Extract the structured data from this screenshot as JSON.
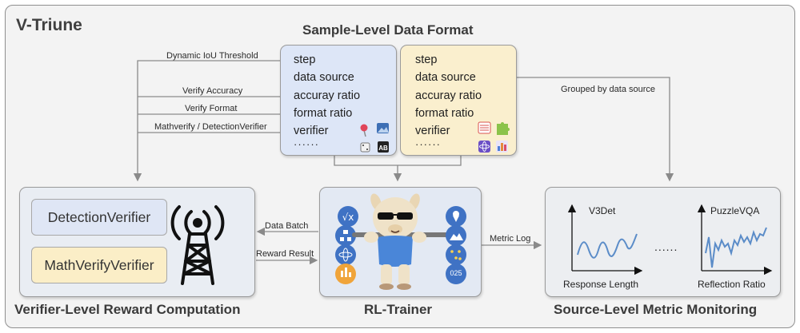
{
  "title": "V-Triune",
  "sample_format": {
    "title": "Sample-Level Data Format",
    "left_card_fields": [
      "step",
      "data source",
      "accuray ratio",
      "format ratio",
      "verifier",
      "······"
    ],
    "right_card_fields": [
      "step",
      "data source",
      "accuray ratio",
      "format ratio",
      "verifier",
      "······"
    ]
  },
  "connections": {
    "dynamic_iou": "Dynamic IoU Threshold",
    "verify_accuracy": "Verify Accuracy",
    "verify_format": "Verify Format",
    "mathverify": "Mathverify / DetectionVerifier",
    "grouped": "Grouped by data source",
    "data_batch": "Data Batch",
    "reward_result": "Reward Result",
    "metric_log": "Metric Log"
  },
  "verifier_section": {
    "title": "Verifier-Level Reward Computation",
    "verifiers": [
      "DetectionVerifier",
      "MathVerifyVerifier"
    ]
  },
  "trainer_section": {
    "title": "RL-Trainer",
    "badge_text": "025"
  },
  "monitor_section": {
    "title": "Source-Level Metric Monitoring",
    "charts": [
      {
        "label": "V3Det",
        "xlabel": "Response Length"
      },
      {
        "label": "PuzzleVQA",
        "xlabel": "Reflection Ratio"
      }
    ],
    "ellipsis": "......"
  },
  "colors": {
    "left_card": "#dde6f7",
    "right_card": "#faefce",
    "detection_box": "#dfe6f5",
    "mathverify_box": "#fbeec7",
    "line": "#5b8cc8",
    "arrow": "#8a8a8a",
    "badge_blue": "#3f72c4"
  },
  "icons": [
    "pin-icon",
    "image-icon",
    "dice-icon",
    "ab-icon",
    "table-icon",
    "puzzle-icon",
    "atom-icon",
    "bar-chart-icon",
    "antenna-tower-icon",
    "llama-mascot-icon",
    "math-icon",
    "location-icon"
  ]
}
